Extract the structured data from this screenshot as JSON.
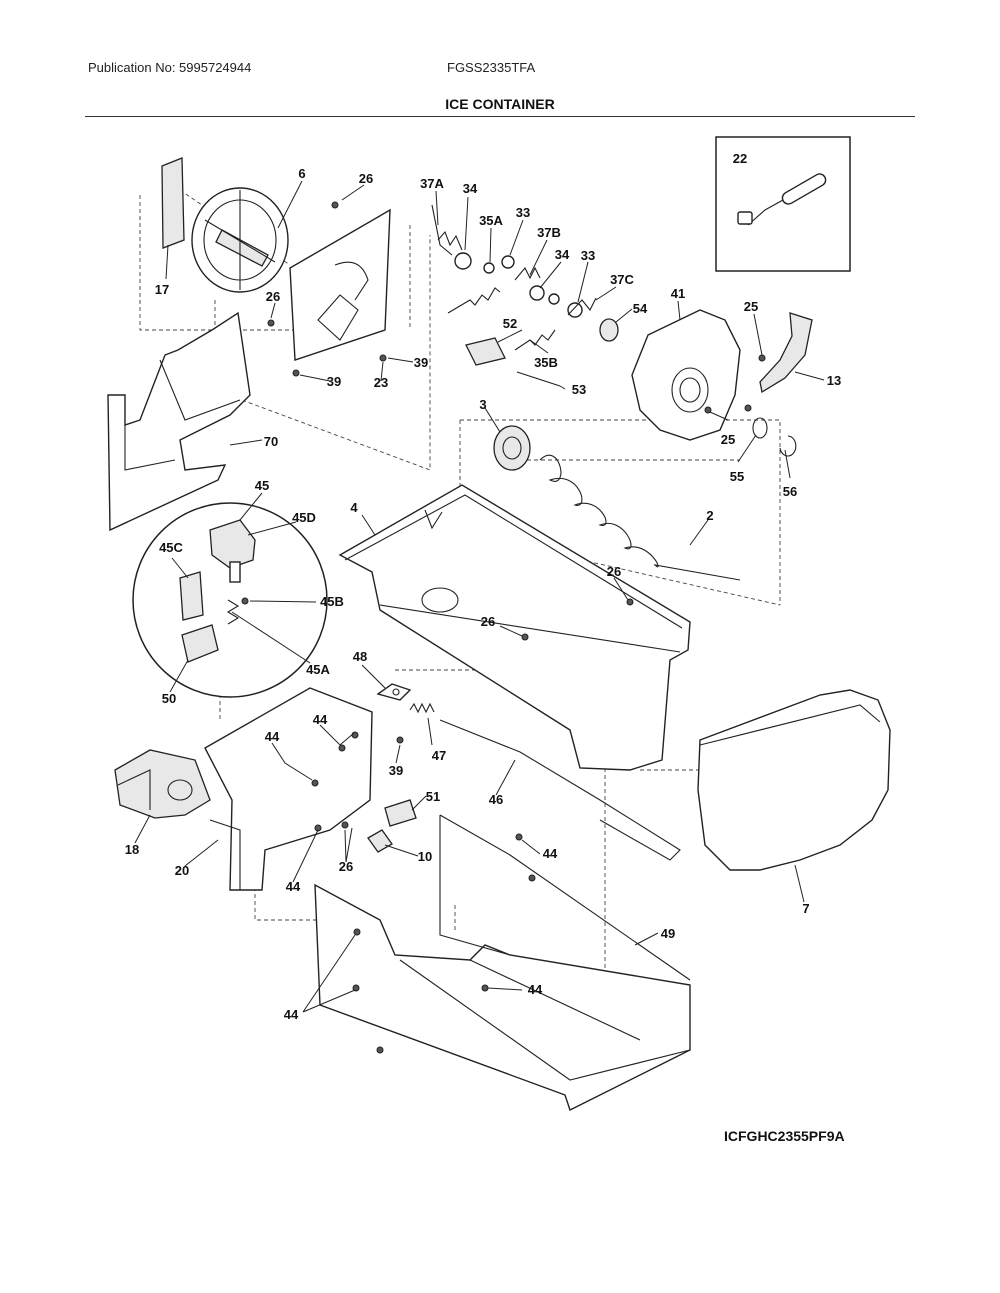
{
  "header": {
    "publication": "Publication No: 5995724944",
    "model": "FGSS2335TFA",
    "title": "ICE CONTAINER"
  },
  "diagram_code": "ICFGHC2355PF9A",
  "callouts": {
    "c6": "6",
    "c26a": "26",
    "c37A": "37A",
    "c34a": "34",
    "c35A": "35A",
    "c33a": "33",
    "c37B": "37B",
    "c34b": "34",
    "c33b": "33",
    "c37C": "37C",
    "c54": "54",
    "c41": "41",
    "c22": "22",
    "c25a": "25",
    "c13": "13",
    "c17": "17",
    "c26b": "26",
    "c52": "52",
    "c35B": "35B",
    "c53": "53",
    "c39a": "39",
    "c23": "23",
    "c39b": "39",
    "c3": "3",
    "c25b": "25",
    "c55": "55",
    "c56": "56",
    "c70": "70",
    "c45": "45",
    "c45D": "45D",
    "c4": "4",
    "c2": "2",
    "c45C": "45C",
    "c45B": "45B",
    "c26c": "26",
    "c26d": "26",
    "c45A": "45A",
    "c50": "50",
    "c48": "48",
    "c44a": "44",
    "c44b": "44",
    "c39c": "39",
    "c47": "47",
    "c51": "51",
    "c46": "46",
    "c18": "18",
    "c10": "10",
    "c20": "20",
    "c44c": "44",
    "c26e": "26",
    "c44d": "44",
    "c7": "7",
    "c49": "49",
    "c44e": "44",
    "c44f": "44"
  }
}
